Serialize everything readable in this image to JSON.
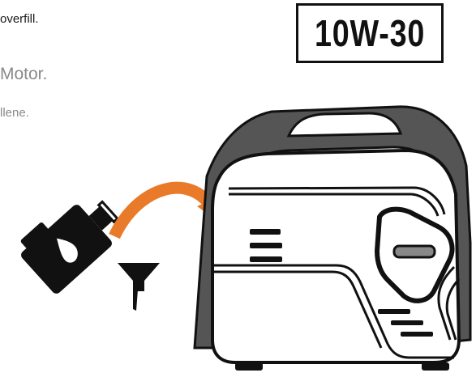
{
  "instructions": {
    "line_1": "overfill.",
    "line_2": "Motor.",
    "line_3": "llene."
  },
  "oil_badge": {
    "label": "10W-30"
  },
  "illustration": {
    "icons": [
      "oil-bottle-icon",
      "funnel-icon",
      "pour-arrow-icon",
      "generator-icon"
    ],
    "colors": {
      "arrow": "#e87a2a",
      "handle": "#555555",
      "outline": "#111111",
      "body": "#ffffff"
    }
  }
}
